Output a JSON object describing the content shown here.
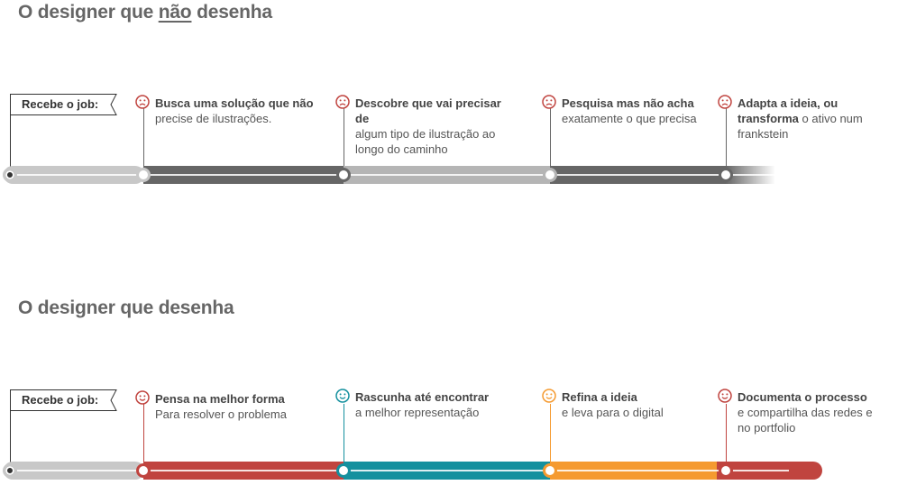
{
  "top": {
    "title_pre": "O designer que ",
    "title_em": "não",
    "title_post": " desenha",
    "tag": "Recebe o job:",
    "steps": [
      {
        "bold": "Busca uma solução que não",
        "rest": "precise de ilustrações.",
        "icon": "sad-face-icon"
      },
      {
        "bold": "Descobre que vai precisar de",
        "rest": "algum tipo de ilustração ao longo do caminho",
        "icon": "sad-face-icon"
      },
      {
        "bold": "Pesquisa mas não acha",
        "rest": "exatamente o que precisa",
        "icon": "sad-face-icon"
      },
      {
        "bold": "Adapta a ideia, ou",
        "bold2": "transforma",
        "rest": " o ativo num frankstein",
        "icon": "sad-face-icon"
      }
    ],
    "colors": {
      "light": "#c8c8c8",
      "dark": "#666666",
      "face": "#c0443f"
    }
  },
  "bottom": {
    "title": "O designer que desenha",
    "tag": "Recebe o job:",
    "steps": [
      {
        "bold": "Pensa na melhor forma",
        "rest": "Para resolver o problema",
        "icon": "happy-face-icon",
        "color": "#c0443f"
      },
      {
        "bold": "Rascunha até encontrar",
        "rest": "a melhor representação",
        "icon": "happy-face-icon",
        "color": "#14909e"
      },
      {
        "bold": "Refina a ideia",
        "rest": "e leva para o digital",
        "icon": "happy-face-icon",
        "color": "#f59a30"
      },
      {
        "bold": "Documenta o processo",
        "rest": "e compartilha das redes e no portfolio",
        "icon": "happy-face-icon",
        "color": "#c0443f"
      }
    ],
    "colors": {
      "light": "#c8c8c8",
      "red": "#c0443f",
      "teal": "#14909e",
      "orange": "#f59a30"
    }
  }
}
